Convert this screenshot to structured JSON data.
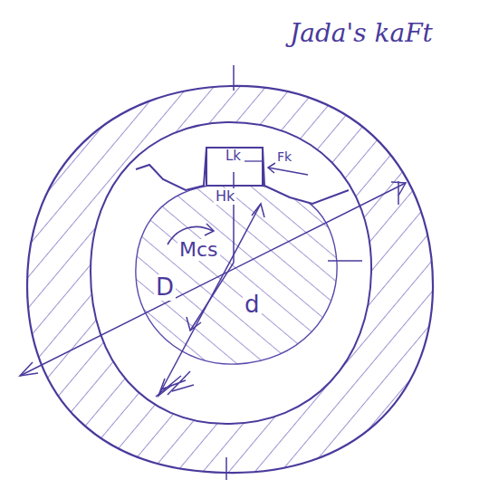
{
  "diagram": {
    "labels": [
      "Jada's kaFt",
      "Lk",
      "Fk",
      "Hk",
      "Mcs",
      "D",
      "d"
    ]
  }
}
